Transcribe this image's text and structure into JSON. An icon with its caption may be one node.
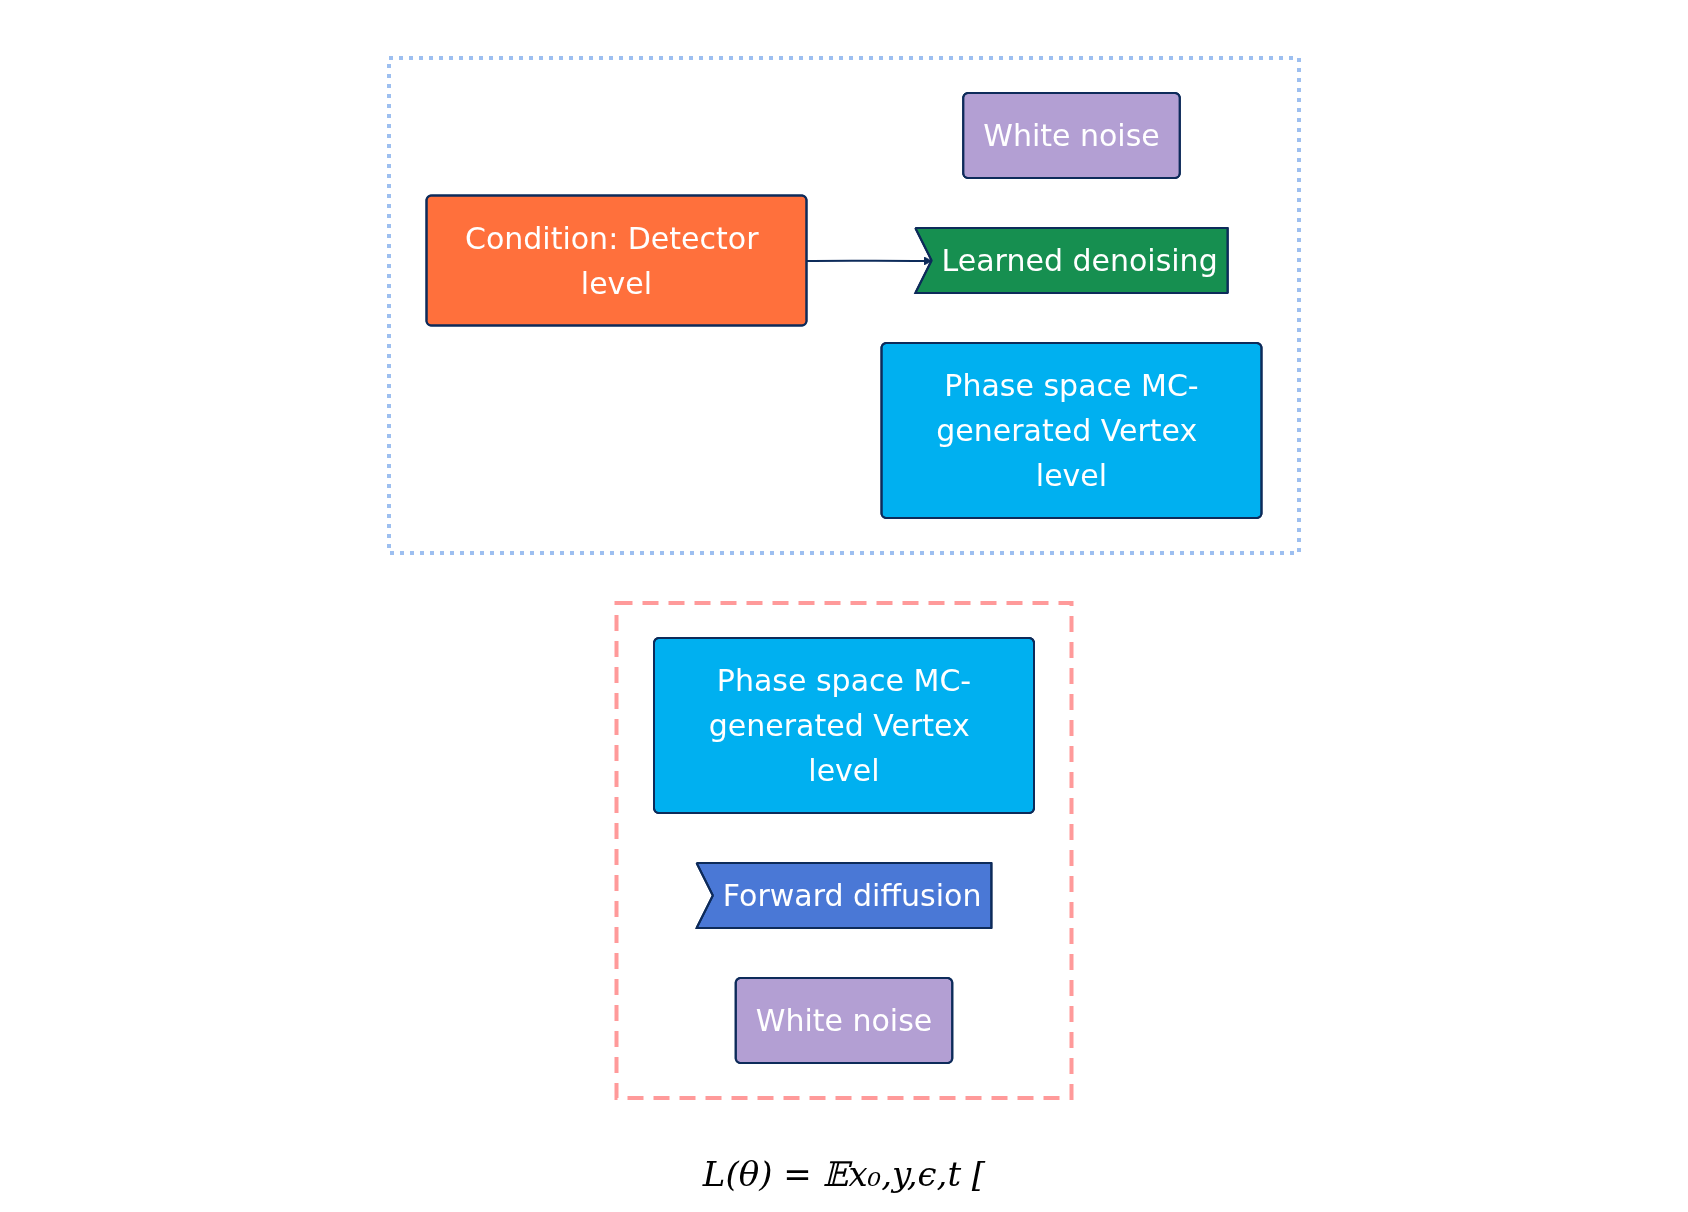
{
  "diagram": {
    "nodes": [
      {
        "text": [],
        "shape": "box"
      },
      {
        "text": [
          "Phase space MC-generated Vertex level"
        ],
        "in": 0
      },
      {
        "text": [
          "Forward diffusion"
        ],
        "in": 0
      },
      {
        "text": [
          "White noise"
        ],
        "in": 0
      },
      {
        "text": [],
        "shape": "box"
      },
      {
        "text": [
          "White noise"
        ],
        "in": 4
      },
      {
        "text": [
          "Learned denoising"
        ],
        "in": 4
      },
      {
        "text": [
          "Phase space MC-generated Vertex level"
        ],
        "in": 4
      },
      {
        "text": [
          "Condition: Detector level"
        ],
        "in": 4
      }
    ],
    "edges": [
      {
        "from": 8,
        "to": 6,
        "arrow": "to"
      }
    ],
    "labels": [
      "L(θ) = 𝔼x₀,y,ϵ,t ["
    ]
  }
}
